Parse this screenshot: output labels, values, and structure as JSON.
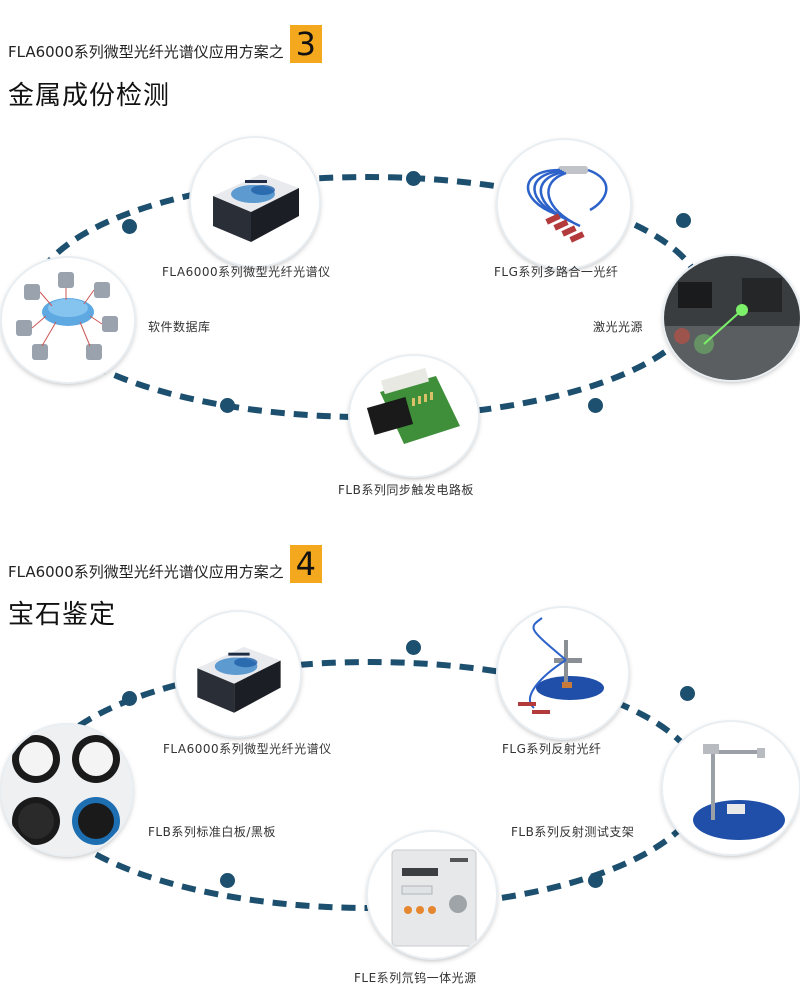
{
  "sections": [
    {
      "heading_prefix": "FLA6000系列微型光纤光谱仪应用方案之",
      "number": "3",
      "title": "金属成份检测",
      "labels": {
        "top_left": "FLA6000系列微型光纤光谱仪",
        "top_right": "FLG系列多路合一光纤",
        "left": "软件数据库",
        "right": "激光光源",
        "bottom": "FLB系列同步触发电路板"
      }
    },
    {
      "heading_prefix": "FLA6000系列微型光纤光谱仪应用方案之",
      "number": "4",
      "title": "宝石鉴定",
      "labels": {
        "top_left": "FLA6000系列微型光纤光谱仪",
        "top_right": "FLG系列反射光纤",
        "left": "FLB系列标准白板/黑板",
        "right": "FLB系列反射测试支架",
        "bottom": "FLE系列氘钨一体光源"
      }
    }
  ],
  "colors": {
    "accent": "#f4a81d",
    "ring": "#1d4f6e"
  },
  "icons": [
    "spectrometer-icon",
    "fiber-bundle-icon",
    "database-network-icon",
    "laser-source-icon",
    "circuit-board-icon",
    "reflection-fiber-icon",
    "white-black-standard-icon",
    "test-stand-icon",
    "light-source-icon"
  ]
}
